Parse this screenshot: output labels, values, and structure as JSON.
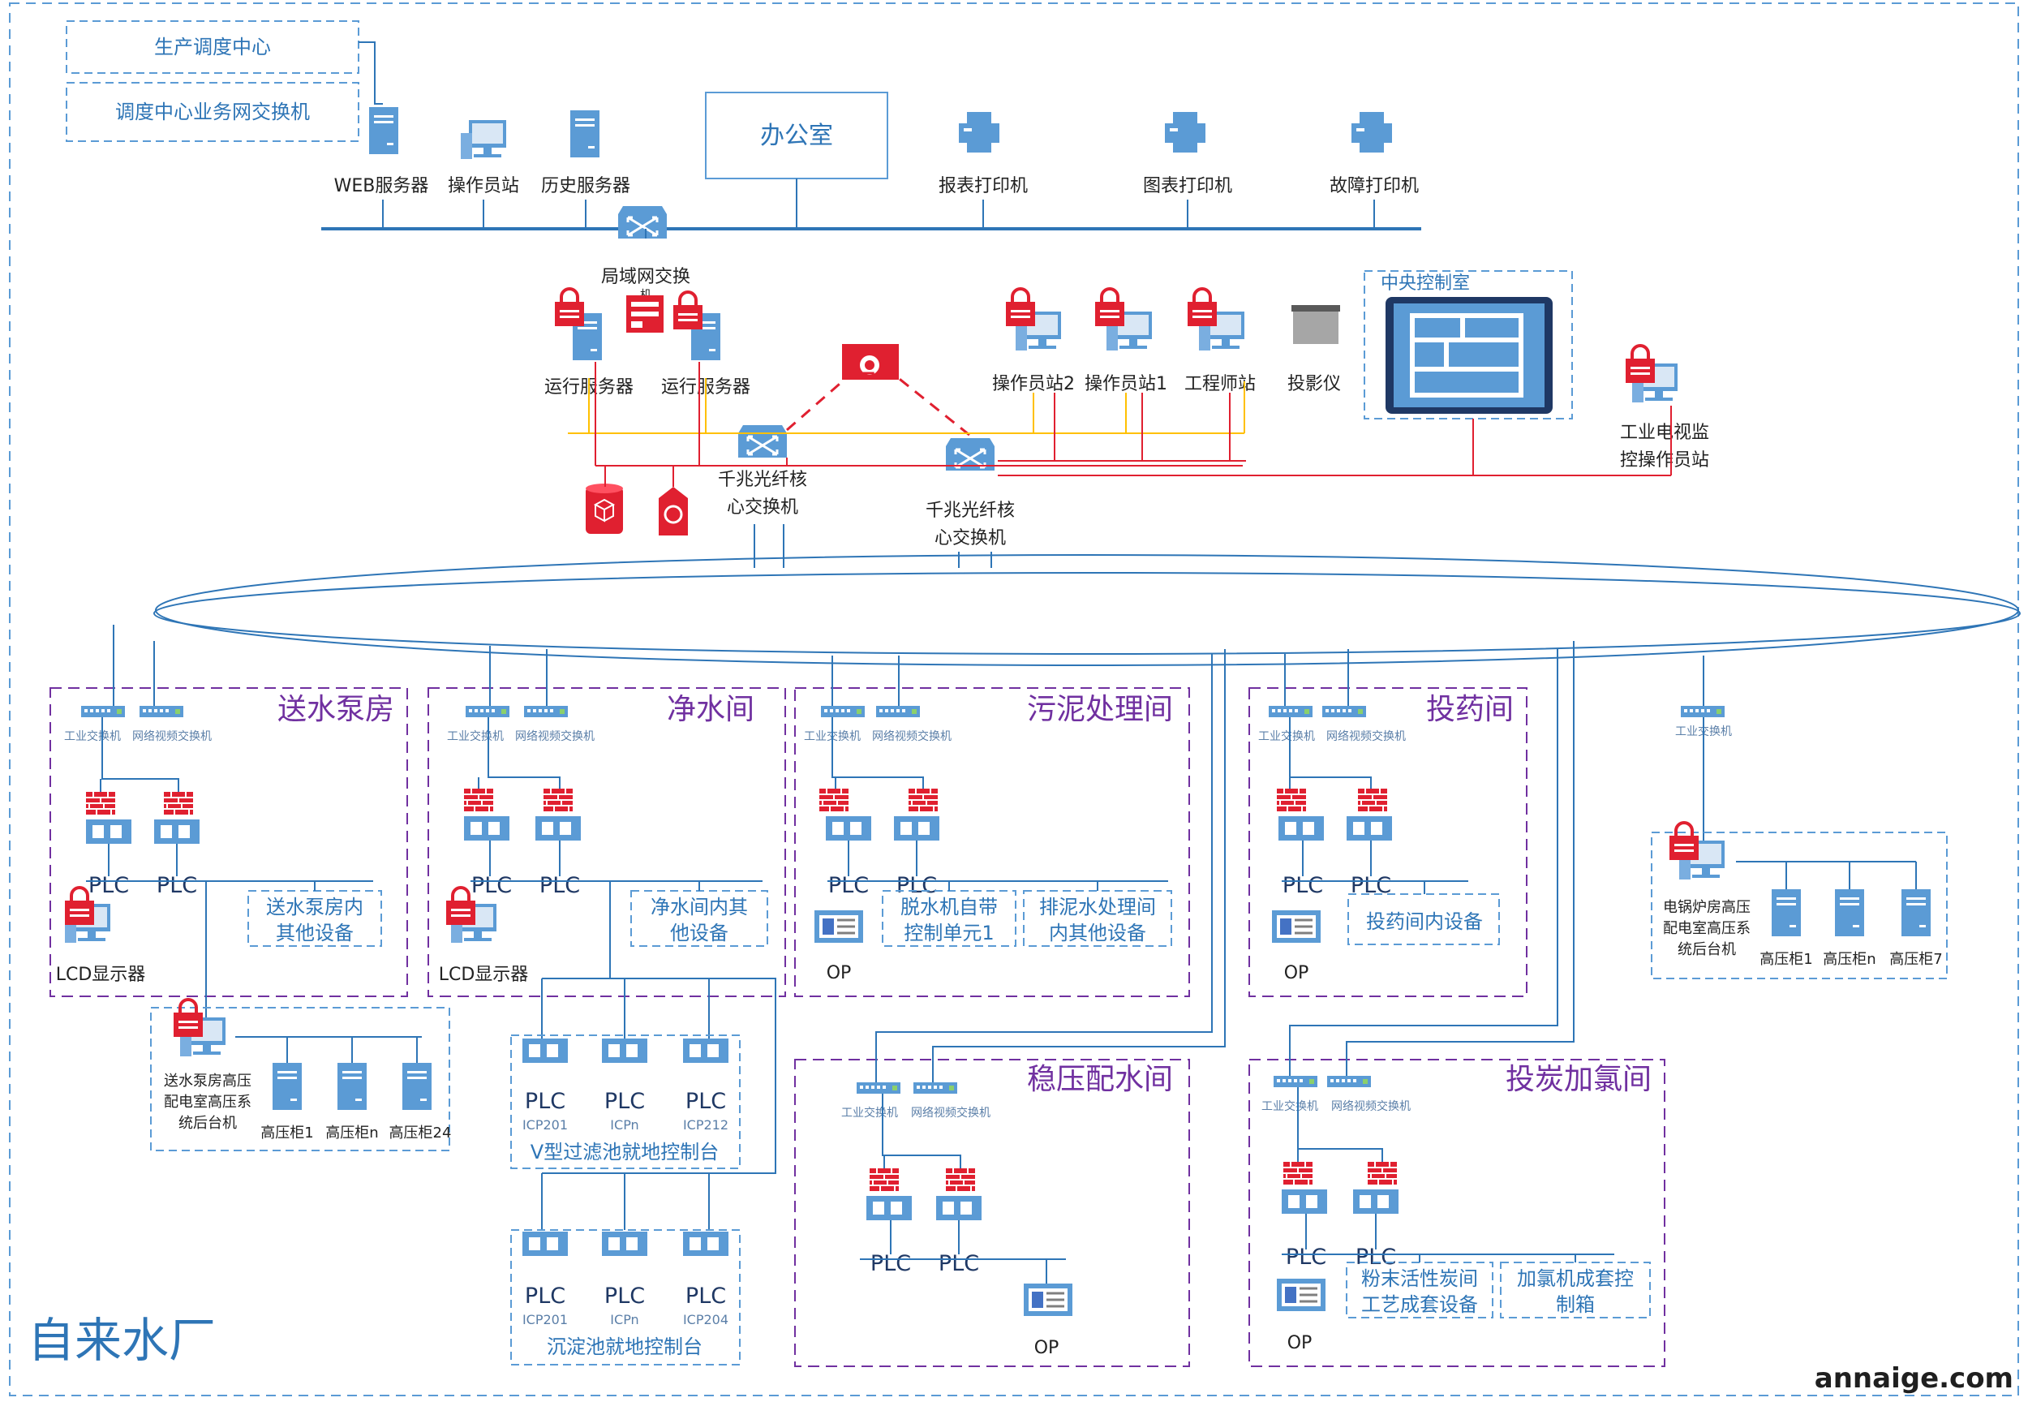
{
  "diagram": {
    "plant_title": "自来水厂",
    "watermark": "annaige.com",
    "top": {
      "dispatch_center": "生产调度中心",
      "dispatch_switch": "调度中心业务网交换机",
      "office": "办公室",
      "web_server": "WEB服务器",
      "operator_station": "操作员站",
      "history_server": "历史服务器",
      "report_printer": "报表打印机",
      "chart_printer": "图表打印机",
      "fault_printer": "故障打印机",
      "lan_switch": "局域网交换",
      "lan_switch_tail": "机"
    },
    "core": {
      "run_server_1": "运行服务器",
      "run_server_2": "运行服务器",
      "op_station_2": "操作员站2",
      "op_station_1": "操作员站1",
      "engineer_station": "工程师站",
      "projector": "投影仪",
      "central_control": "中央控制室",
      "cctv_station_1": "工业电视监",
      "cctv_station_2": "控操作员站",
      "core_switch_a_1": "千兆光纤核",
      "core_switch_a_2": "心交换机",
      "core_switch_b_1": "千兆光纤核",
      "core_switch_b_2": "心交换机"
    },
    "common": {
      "ind_switch": "工业交换机",
      "video_switch": "网络视频交换机",
      "plc": "PLC",
      "op": "OP",
      "lcd": "LCD显示器"
    },
    "zones": {
      "pump": {
        "title": "送水泵房",
        "other_1": "送水泵房内",
        "other_2": "其他设备"
      },
      "purify": {
        "title": "净水间",
        "other_1": "净水间内其",
        "other_2": "他设备"
      },
      "sludge": {
        "title": "污泥处理间",
        "dewater_1": "脱水机自带",
        "dewater_2": "控制单元1",
        "drain_1": "排泥水处理间",
        "drain_2": "内其他设备"
      },
      "dosing": {
        "title": "投药间",
        "other": "投药间内设备"
      },
      "boiler": {
        "ind_switch": "工业交换机",
        "host_1": "电锅炉房高压",
        "host_2": "配电室高压系",
        "host_3": "统后台机",
        "cab_1": "高压柜1",
        "cab_n": "高压柜n",
        "cab_7": "高压柜7"
      },
      "pump_hv": {
        "host_1": "送水泵房高压",
        "host_2": "配电室高压系",
        "host_3": "统后台机",
        "cab_1": "高压柜1",
        "cab_n": "高压柜n",
        "cab_24": "高压柜24"
      },
      "vfilter": {
        "icp1": "ICP201",
        "icp2": "ICPn",
        "icp3": "ICP212",
        "title": "V型过滤池就地控制台"
      },
      "sediment": {
        "icp1": "ICP201",
        "icp2": "ICPn",
        "icp3": "ICP204",
        "title": "沉淀池就地控制台"
      },
      "stable": {
        "title": "稳压配水间"
      },
      "carbon": {
        "title": "投炭加氯间",
        "powder_1": "粉末活性炭间",
        "powder_2": "工艺成套设备",
        "chlor_1": "加氯机成套控",
        "chlor_2": "制箱"
      }
    }
  }
}
